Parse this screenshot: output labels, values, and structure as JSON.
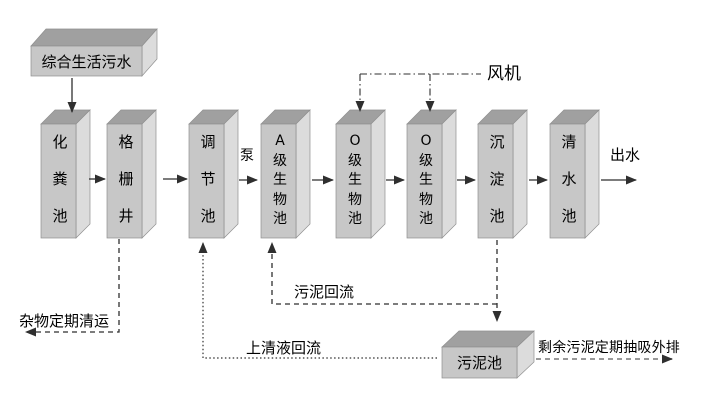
{
  "source": {
    "label": "综合生活污水"
  },
  "tanks": [
    {
      "label": "化粪池"
    },
    {
      "label": "格栅井"
    },
    {
      "label": "调节池"
    },
    {
      "label": "A级生物池"
    },
    {
      "label": "O级生物池"
    },
    {
      "label": "O级生物池"
    },
    {
      "label": "沉淀池"
    },
    {
      "label": "清水池"
    }
  ],
  "sludge_tank": {
    "label": "污泥池"
  },
  "annotations": {
    "pump": "泵",
    "fan": "风机",
    "outflow": "出水",
    "debris_removal": "杂物定期清运",
    "sludge_return": "污泥回流",
    "supernatant_return": "上清液回流",
    "excess_sludge": "剩余污泥定期抽吸外排"
  },
  "colors": {
    "background": "#ffffff",
    "box_front": "#c7c7c7",
    "box_top": "#a0a0a0",
    "box_side": "#dcdcdc",
    "edge": "#8f8f8f",
    "line": "#2f2f2f",
    "gray_line": "#999999",
    "text": "#000000"
  }
}
